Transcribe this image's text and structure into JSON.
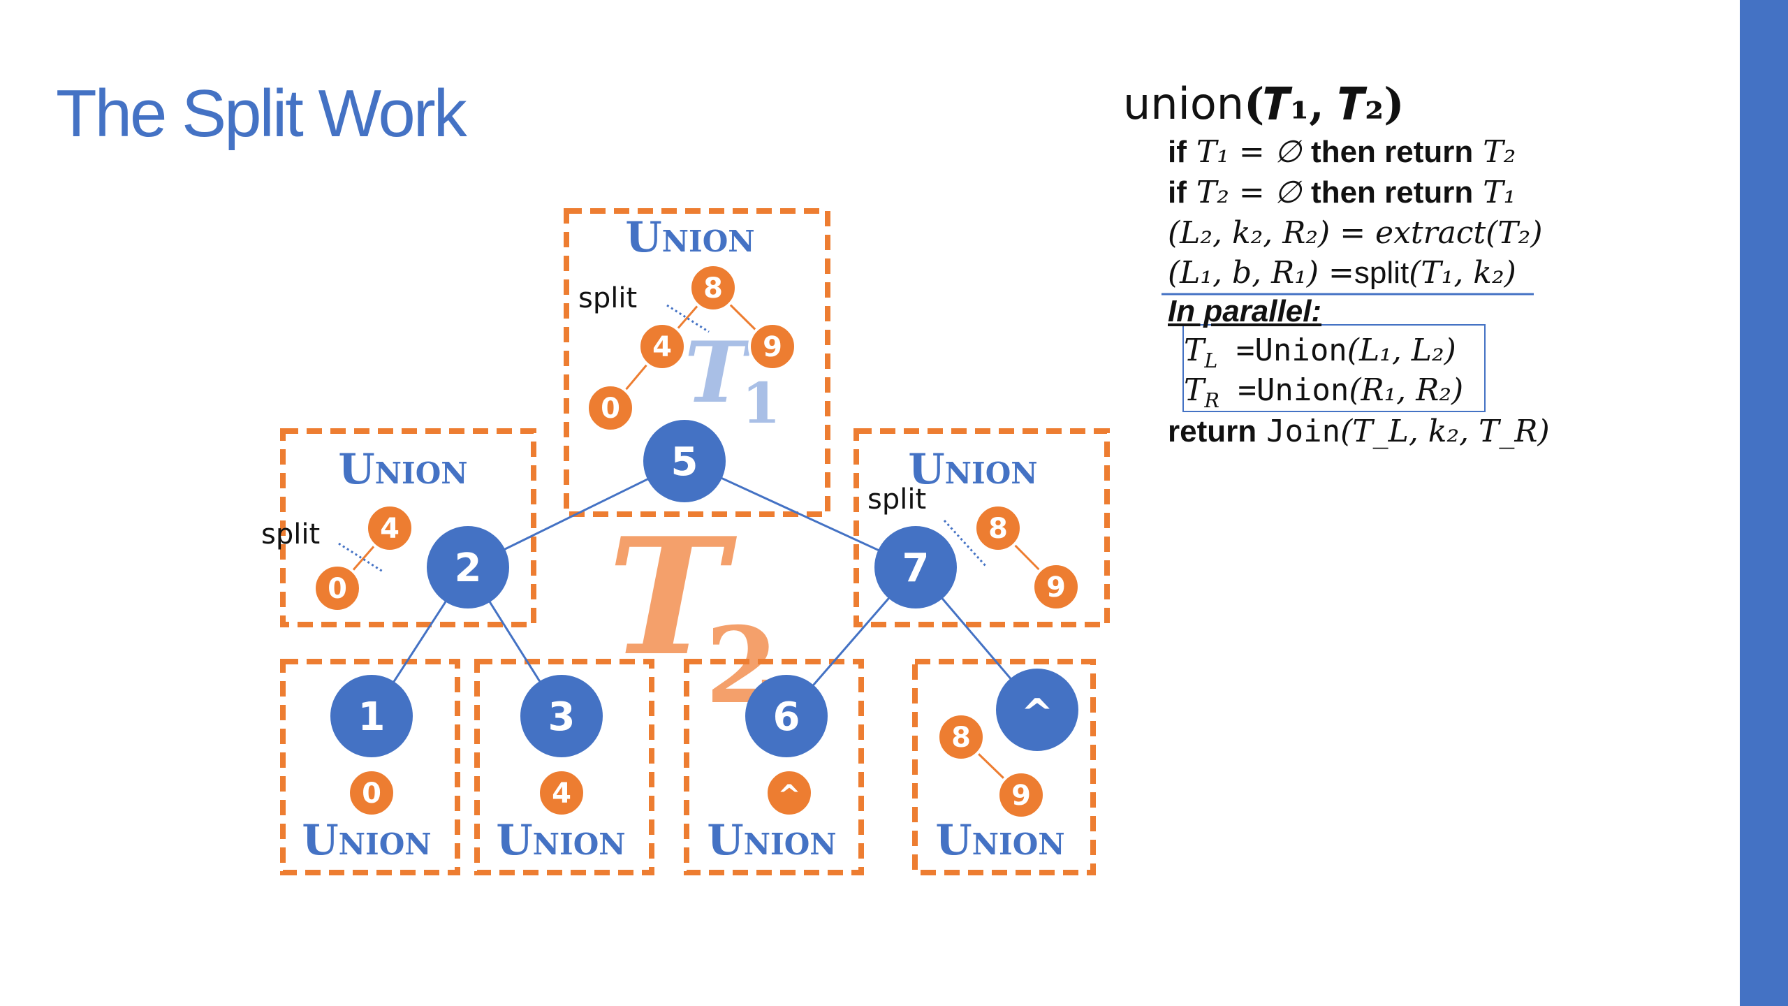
{
  "slide": {
    "title": "The Split Work",
    "accent_color": "#4472c4",
    "highlight_color": "#ed7d31"
  },
  "diagram": {
    "big_t2_label": "T",
    "big_t2_sub": "2",
    "small_t1_label": "T",
    "small_t1_sub": "1",
    "box_label": "Union",
    "split_label": "split",
    "t2_nodes": [
      "5",
      "2",
      "7",
      "1",
      "3",
      "6",
      "^"
    ],
    "t1_pieces": {
      "root_box": [
        "8",
        "4",
        "9",
        "0"
      ],
      "left_box": [
        "4",
        "0"
      ],
      "right_box": [
        "8",
        "9"
      ],
      "leaf1_box": [
        "0"
      ],
      "leaf3_box": [
        "4"
      ],
      "leaf6_box": [
        "^"
      ],
      "leafhat_box": [
        "8",
        "9"
      ]
    }
  },
  "pseudocode": {
    "func_name": "union",
    "func_args": "(𝑻₁, 𝑻₂)",
    "line1_if": "if",
    "line1_cond": "T₁ = ∅",
    "line1_then": "then return",
    "line1_ret": "T₂",
    "line2_if": "if",
    "line2_cond": "T₂ = ∅",
    "line2_then": "then return",
    "line2_ret": "T₁",
    "line3_lhs": "(L₂, k₂, R₂) = ",
    "line3_rhs": "extract(T₂)",
    "line4_lhs": "(L₁, b, R₁) =",
    "line4_fn": "split",
    "line4_args": "(T₁, k₂)",
    "parallel": "In parallel:",
    "tl_var": "T",
    "tl_sub": "L",
    "tl_eq": " =",
    "tl_fn": "Union",
    "tl_args": "(L₁, L₂)",
    "tr_var": "T",
    "tr_sub": "R",
    "tr_eq": " =",
    "tr_fn": "Union",
    "tr_args": "(R₁, R₂)",
    "ret_kw": "return",
    "ret_fn": "Join",
    "ret_args": "(T_L, k₂, T_R)"
  }
}
